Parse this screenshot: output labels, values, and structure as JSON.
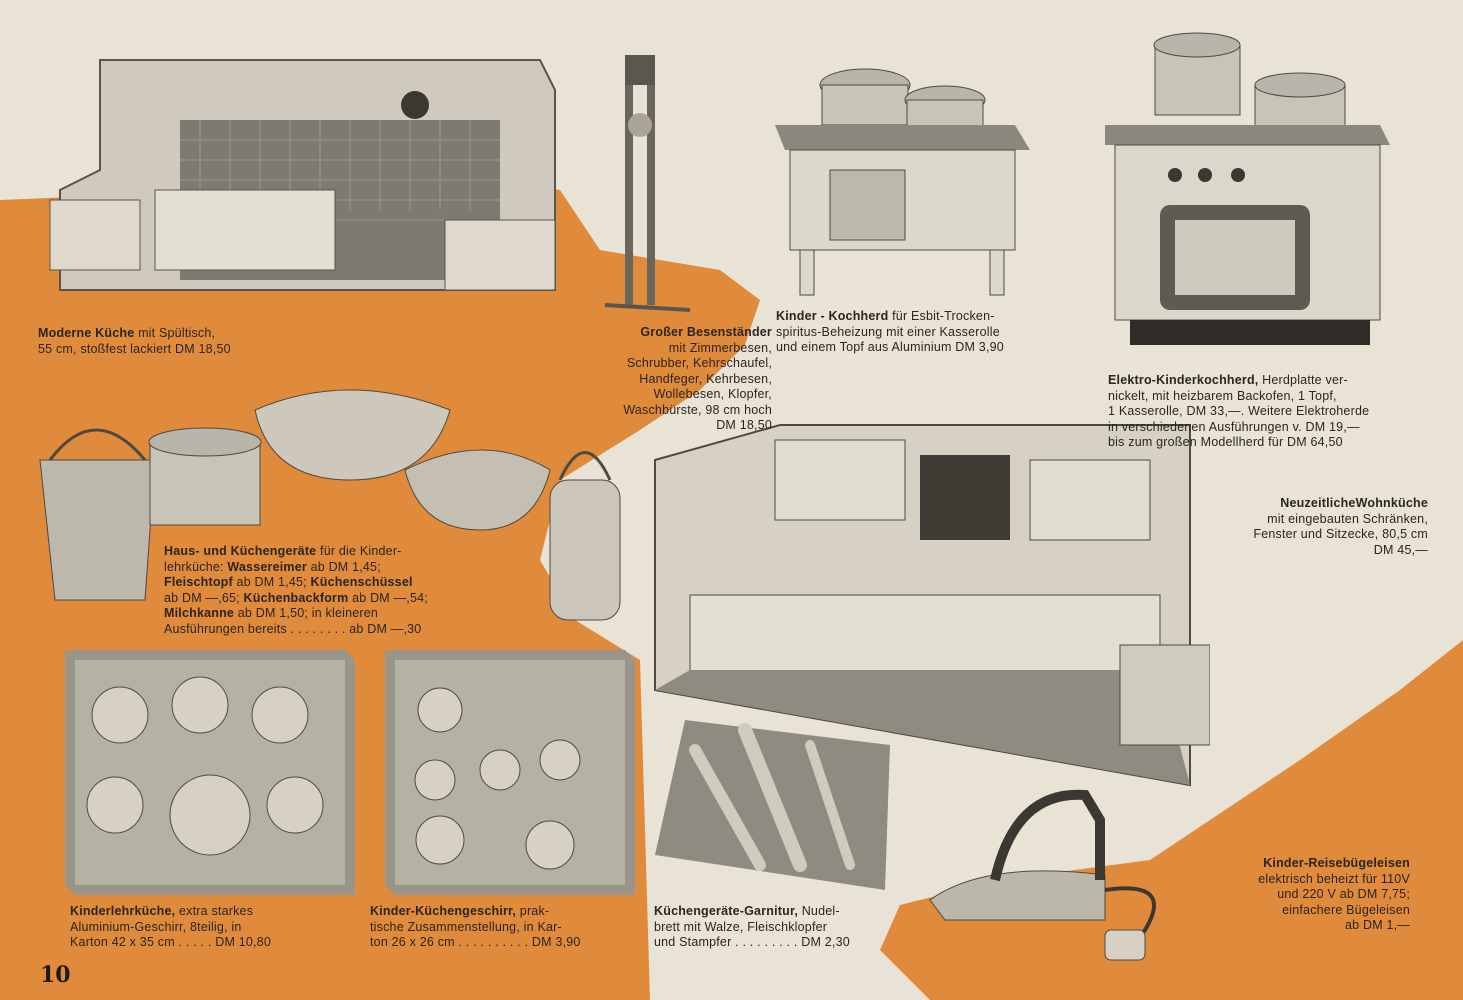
{
  "page_number": "10",
  "colors": {
    "paper": "#e9e3d6",
    "accent_orange": "#e08a3c",
    "ink": "#2a2520"
  },
  "products": {
    "moderne_kueche": {
      "title": "Moderne Küche",
      "lines": [
        "mit Spültisch,",
        "55 cm, stoßfest lackiert DM 18,50"
      ]
    },
    "besenstaender": {
      "title": "Großer Besenständer",
      "lines": [
        "mit Zimmerbesen,",
        "Schrubber, Kehrschaufel,",
        "Handfeger, Kehrbesen,",
        "Wollebesen, Klopfer,",
        "Waschbürste, 98 cm hoch",
        "DM 18,50"
      ]
    },
    "kochherd": {
      "title": "Kinder - Kochherd",
      "lines": [
        "für Esbit-Trocken-",
        "spiritus-Beheizung mit einer Kasserolle",
        "und einem Topf aus Aluminium DM 3,90"
      ]
    },
    "elektroherd": {
      "title": "Elektro-Kinderkochherd,",
      "lines": [
        "Herdplatte ver-",
        "nickelt, mit heizbarem Backofen, 1 Topf,",
        "1 Kasserolle, DM 33,—. Weitere Elektroherde",
        "in verschiedenen Ausführungen v. DM 19,—",
        "bis zum großen Modellherd für DM 64,50"
      ]
    },
    "wohnkueche": {
      "title": "NeuzeitlicheWohnküche",
      "lines": [
        "mit eingebauten Schränken,",
        "Fenster und Sitzecke, 80,5 cm",
        "DM 45,—"
      ]
    },
    "kuechengeraete": {
      "title": "Haus- und Küchengeräte",
      "l1": "für die Kinder-",
      "l2a": "lehrküche: ",
      "l2b": "Wassereimer",
      "l2c": " ab DM 1,45;",
      "l3a": "Fleischtopf",
      "l3b": " ab DM 1,45; ",
      "l3c": "Küchenschüssel",
      "l4a": "ab DM —,65; ",
      "l4b": "Küchenbackform",
      "l4c": " ab DM —,54;",
      "l5a": "Milchkanne",
      "l5b": " ab DM 1,50; in kleineren",
      "l6": "Ausführungen bereits . . . . . . . . ab DM —,30"
    },
    "kinderlehrkueche": {
      "title": "Kinderlehrküche,",
      "lines": [
        "extra starkes",
        "Aluminium-Geschirr, 8teilig, in",
        "Karton 42 x 35 cm . . . . . DM 10,80"
      ]
    },
    "kuechengeschirr": {
      "title": "Kinder-Küchengeschirr,",
      "lines": [
        "prak-",
        "tische Zusammenstellung, in Kar-",
        "ton 26 x 26 cm . . . . . . . . . . DM 3,90"
      ]
    },
    "garnitur": {
      "title": "Küchengeräte-Garnitur,",
      "lines": [
        "Nudel-",
        "brett mit Walze, Fleischklopfer",
        "und Stampfer . . . . . . . . . DM 2,30"
      ]
    },
    "buegeleisen": {
      "title": "Kinder-Reisebügeleisen",
      "lines": [
        "elektrisch beheizt für 110V",
        "und 220 V ab DM 7,75;",
        "einfachere Bügeleisen",
        "ab DM 1,—"
      ]
    }
  }
}
